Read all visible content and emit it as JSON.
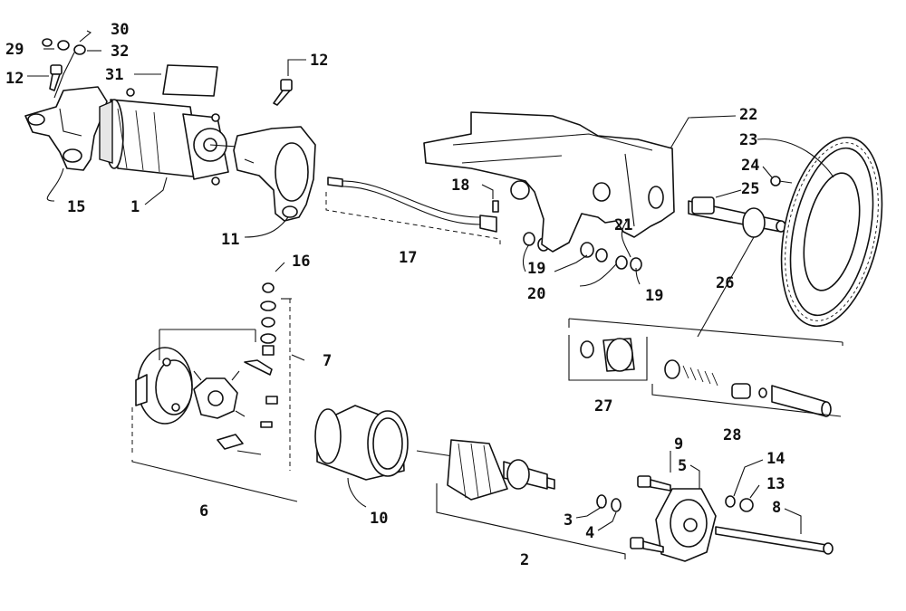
{
  "callouts": {
    "c1": "1",
    "c2": "2",
    "c3": "3",
    "c4": "4",
    "c5": "5",
    "c6": "6",
    "c7": "7",
    "c8": "8",
    "c9": "9",
    "c10": "10",
    "c11": "11",
    "c12a": "12",
    "c12b": "12",
    "c13": "13",
    "c14": "14",
    "c15": "15",
    "c16": "16",
    "c17": "17",
    "c18": "18",
    "c19a": "19",
    "c19b": "19",
    "c20": "20",
    "c21": "21",
    "c22": "22",
    "c23": "23",
    "c24": "24",
    "c25": "25",
    "c26": "26",
    "c27": "27",
    "c28": "28",
    "c29": "29",
    "c30": "30",
    "c31": "31",
    "c32": "32"
  }
}
